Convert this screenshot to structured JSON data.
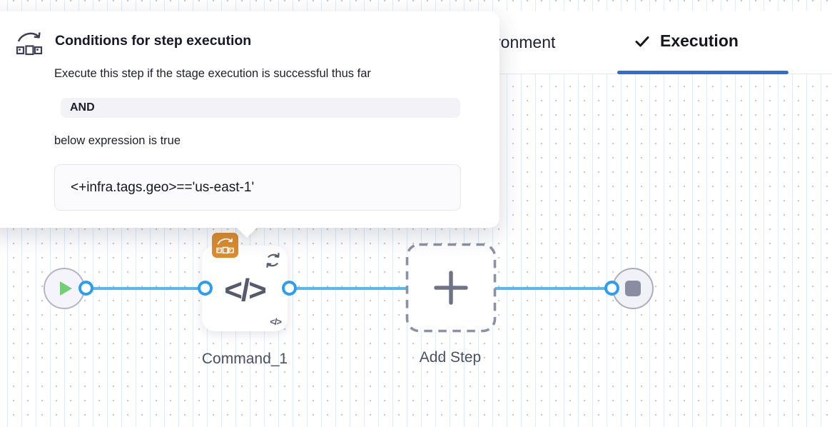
{
  "tab_bar": {
    "environment_tab_partial": "ronment",
    "execution_tab": "Execution",
    "active_underline_color": "#2e6ed3"
  },
  "popover": {
    "icon": "conditional-execution-icon",
    "title": "Conditions for step execution",
    "description": "Execute this step if the stage execution is successful thus far",
    "operator_badge": "AND",
    "expression_intro": "below expression is true",
    "expression": "<+infra.tags.geo>=='us-east-1'"
  },
  "pipeline": {
    "step": {
      "label": "Command_1",
      "glyph": "</>",
      "badge_color": "#dd8b2c"
    },
    "add_step": {
      "label": "Add Step"
    },
    "connector_color": "#58b6f1",
    "port_color": "#2d9df0"
  }
}
